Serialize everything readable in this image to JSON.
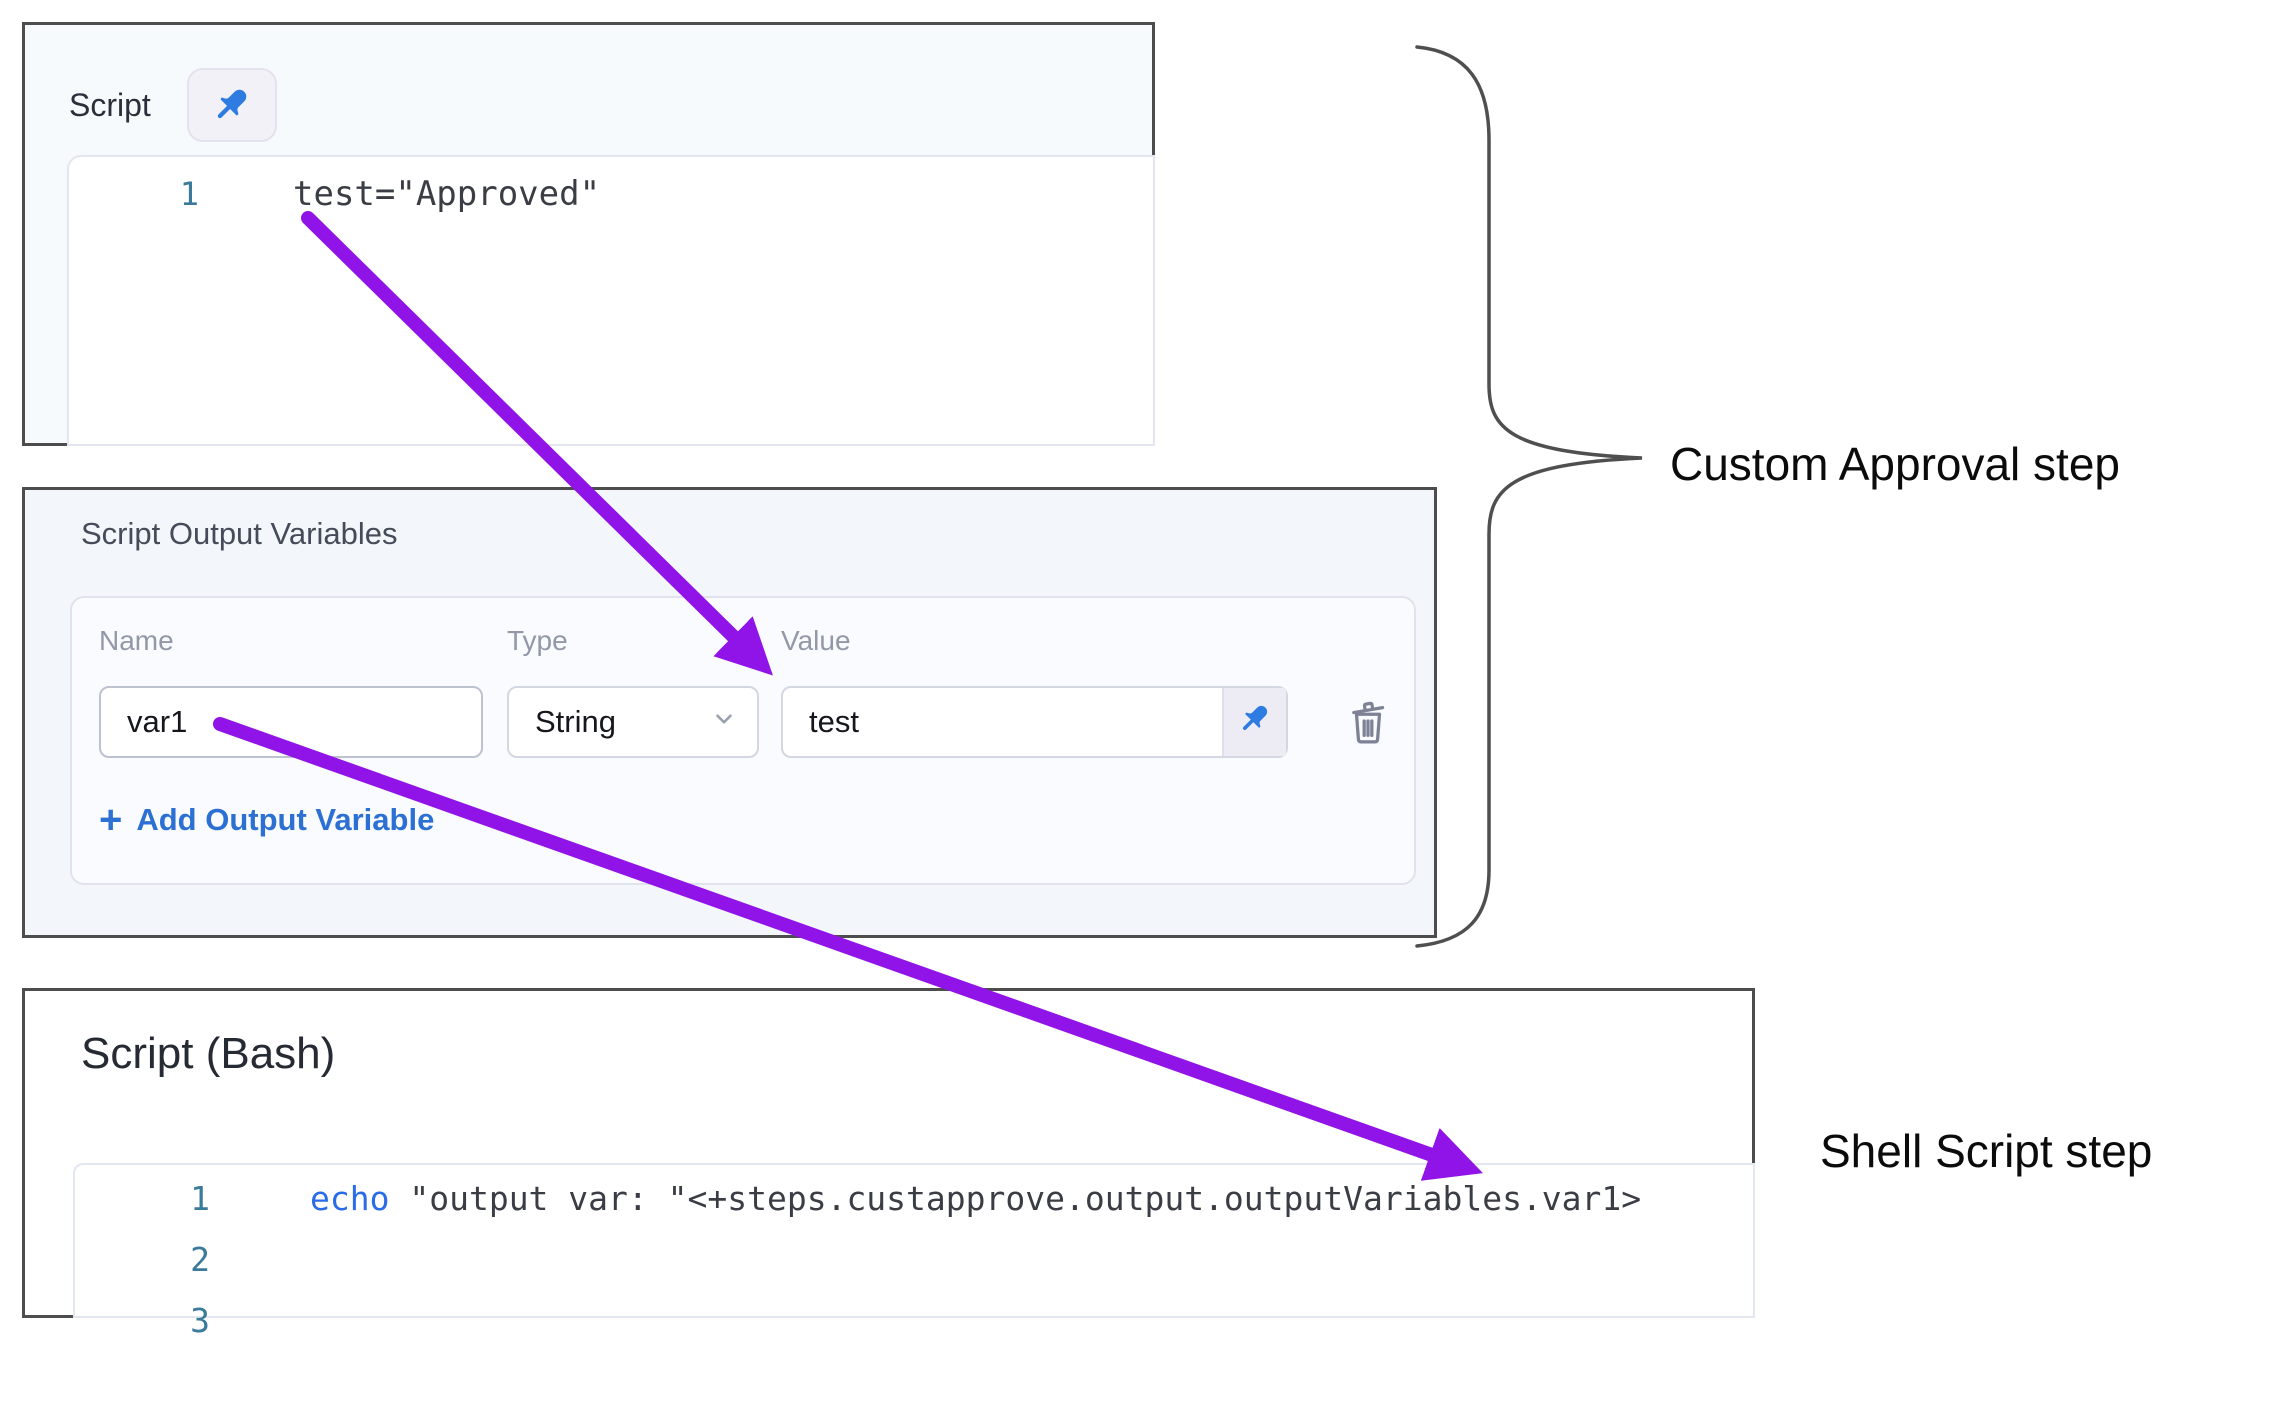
{
  "colors": {
    "arrow_purple": "#9013e8",
    "pin_blue": "#2e7ce2",
    "keyword_blue": "#2a6ce8",
    "link_blue": "#2b70d2",
    "line_number_teal": "#3a7a9b",
    "panel_border": "#4d4d4d"
  },
  "approval_script_panel": {
    "title": "Script",
    "lines": [
      {
        "num": "1",
        "code": "test=\"Approved\""
      }
    ]
  },
  "output_variables_panel": {
    "title": "Script Output Variables",
    "columns": {
      "name": "Name",
      "type": "Type",
      "value": "Value"
    },
    "row": {
      "name": "var1",
      "type": "String",
      "value": "test"
    },
    "plus": "+",
    "add_button": "Add Output Variable"
  },
  "shell_panel": {
    "title": "Script (Bash)",
    "lines": [
      {
        "num": "1",
        "keyword": "echo",
        "code": " \"output var: \"<+steps.custapprove.output.outputVariables.var1>"
      },
      {
        "num": "2",
        "code": ""
      },
      {
        "num": "3",
        "code": ""
      }
    ]
  },
  "annotations": {
    "approval_label": "Custom Approval step",
    "shell_label": "Shell Script step"
  }
}
